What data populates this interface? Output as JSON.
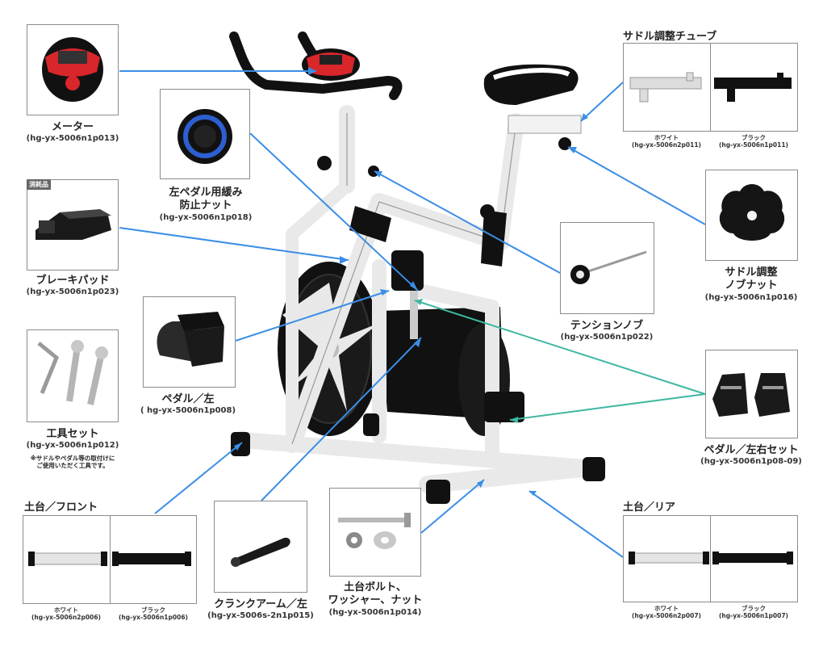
{
  "colors": {
    "arrow_blue": "#3a8ee6",
    "arrow_teal": "#3fb8a2",
    "frame_white": "#eeeeee",
    "flywheel_black": "#111111",
    "accent_red": "#d8262b"
  },
  "parts": {
    "meter": {
      "name": "メーター",
      "code": "(hg-yx-5006n1p013)"
    },
    "left_pedal_nut": {
      "name_line1": "左ペダル用緩み",
      "name_line2": "防止ナット",
      "code": "(hg-yx-5006n1p018)"
    },
    "brake_pad": {
      "name": "ブレーキパッド",
      "code": "(hg-yx-5006n1p023)",
      "badge": "消耗品"
    },
    "pedal_left": {
      "name": "ペダル／左",
      "code": "( hg-yx-5006n1p008)"
    },
    "tool_set": {
      "name": "工具セット",
      "code": "(hg-yx-5006n1p012)",
      "note_line1": "※サドルやペダル等の取付けに",
      "note_line2": "ご使用いただく工具です。"
    },
    "saddle_tube": {
      "title": "サドル調整チューブ",
      "white_label": "ホワイト",
      "white_code": "(hg-yx-5006n2p011)",
      "black_label": "ブラック",
      "black_code": "(hg-yx-5006n1p011)"
    },
    "saddle_knob": {
      "name_line1": "サドル調整",
      "name_line2": "ノブナット",
      "code": "(hg-yx-5006n1p016)"
    },
    "tension_knob": {
      "name": "テンションノブ",
      "code": "(hg-yx-5006n1p022)"
    },
    "pedal_set": {
      "name": "ペダル／左右セット",
      "code": "(hg-yx-5006n1p08-09)"
    },
    "base_front": {
      "title": "土台／フロント",
      "white_label": "ホワイト",
      "white_code": "(hg-yx-5006n2p006)",
      "black_label": "ブラック",
      "black_code": "(hg-yx-5006n1p006)"
    },
    "crank_arm": {
      "name": "クランクアーム／左",
      "code": "(hg-yx-5006s-2n1p015)"
    },
    "base_bolt": {
      "name_line1": "土台ボルト、",
      "name_line2": "ワッシャー、ナット",
      "code": "(hg-yx-5006n1p014)"
    },
    "base_rear": {
      "title": "土台／リア",
      "white_label": "ホワイト",
      "white_code": "(hg-yx-5006n2p007)",
      "black_label": "ブラック",
      "black_code": "(hg-yx-5006n1p007)"
    }
  }
}
